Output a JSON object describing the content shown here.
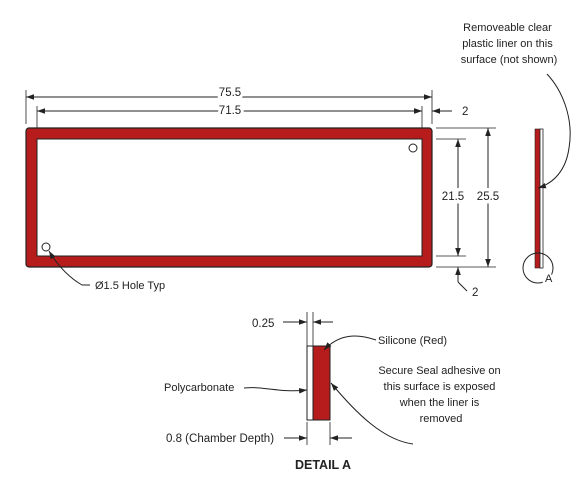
{
  "top_view": {
    "dim_overall_width": "75.5",
    "dim_inner_width": "71.5",
    "dim_border_right": "2",
    "dim_inner_height": "21.5",
    "dim_overall_height": "25.5",
    "dim_border_bottom": "2",
    "hole_callout": "Ø1.5 Hole Typ"
  },
  "side_view": {
    "liner_note": [
      "Removeable clear",
      "plastic liner on this",
      "surface (not shown)"
    ],
    "detail_marker": "A"
  },
  "detail_a": {
    "dim_silicone_thickness": "0.25",
    "silicone_label": "Silicone (Red)",
    "polycarbonate_label": "Polycarbonate",
    "adhesive_note": [
      "Secure Seal adhesive on",
      "this surface is exposed",
      "when the liner is",
      "removed"
    ],
    "chamber_depth_label": "0.8 (Chamber Depth)",
    "title": "DETAIL A"
  },
  "colors": {
    "silicone": "#b71c1c",
    "outline": "#222222"
  }
}
